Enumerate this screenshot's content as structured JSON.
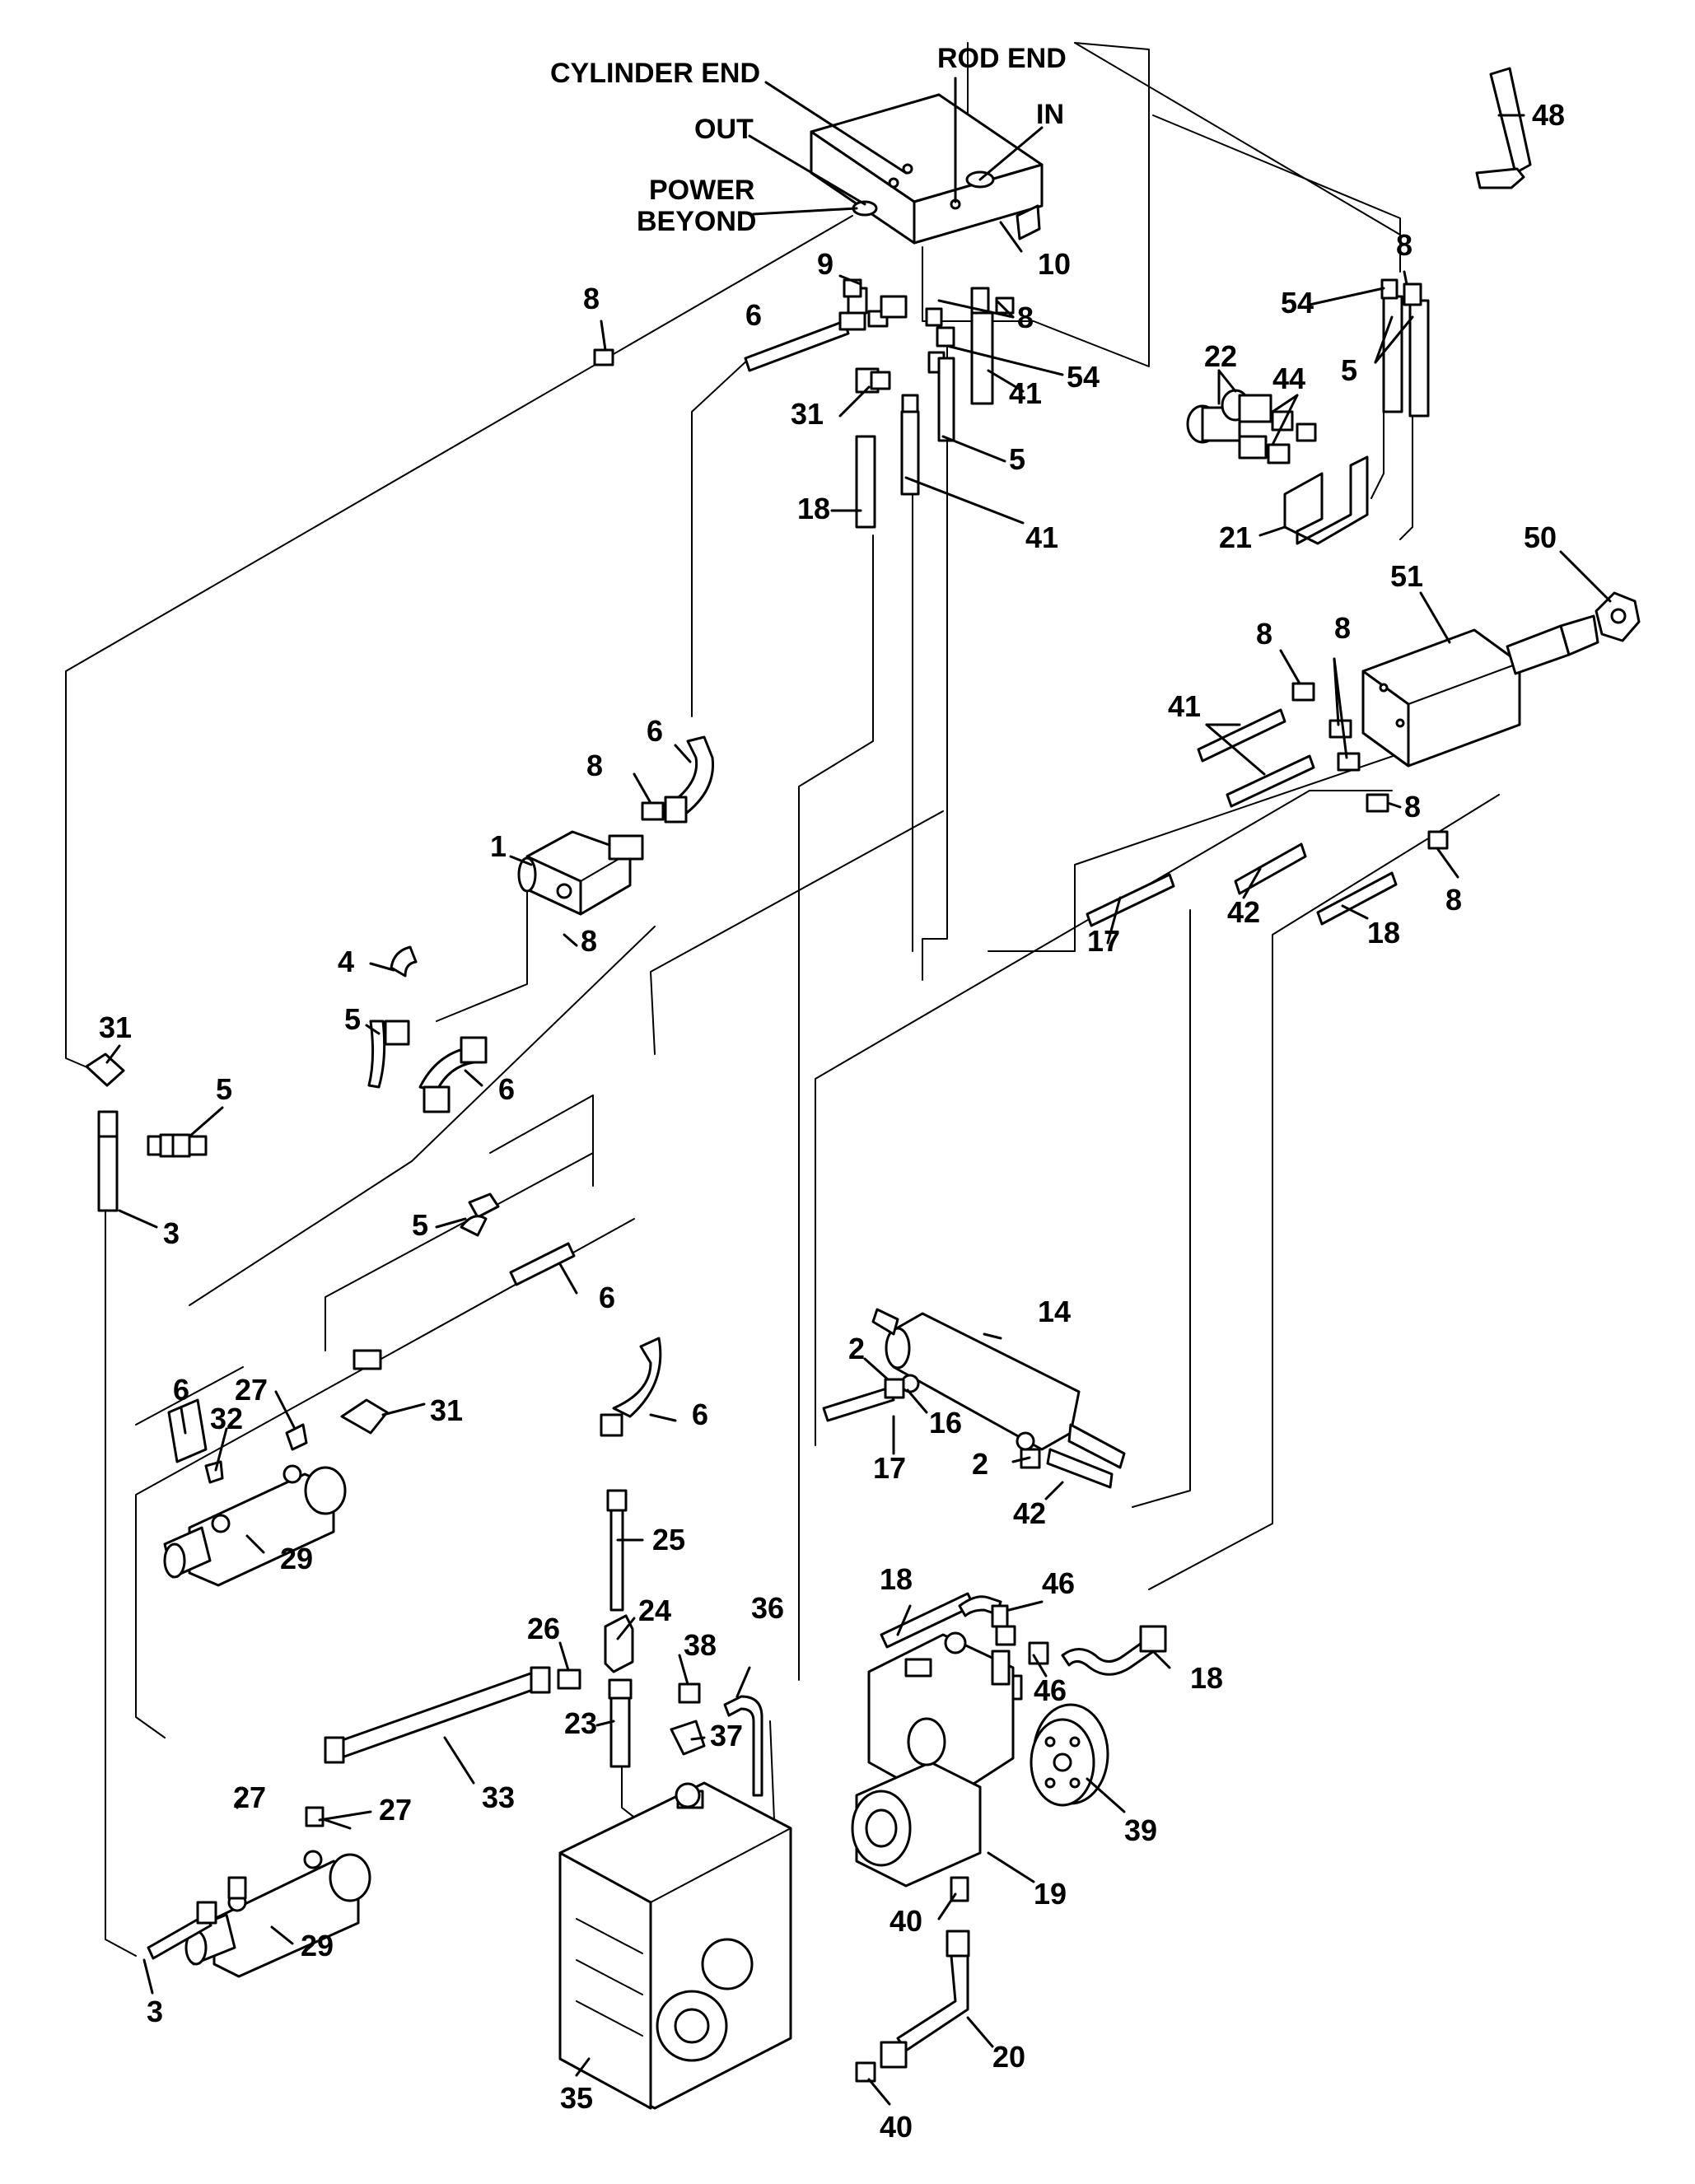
{
  "port_labels": {
    "cylinder_end": "CYLINDER END",
    "rod_end": "ROD END",
    "in": "IN",
    "out": "OUT",
    "power": "POWER",
    "beyond": "BEYOND"
  },
  "callouts": {
    "c48": "48",
    "c10": "10",
    "c9": "9",
    "c8a": "8",
    "c8b": "8",
    "c8c": "8",
    "c8d": "8",
    "c8e": "8",
    "c8f": "8",
    "c8g": "8",
    "c8h": "8",
    "c8i": "8",
    "c54a": "54",
    "c54b": "54",
    "c6a": "6",
    "c6b": "6",
    "c6c": "6",
    "c6d": "6",
    "c6e": "6",
    "c6f": "6",
    "c31a": "31",
    "c31b": "31",
    "c31c": "31",
    "c41a": "41",
    "c41b": "41",
    "c41c": "41",
    "c5a": "5",
    "c5b": "5",
    "c5c": "5",
    "c5d": "5",
    "c5e": "5",
    "c18a": "18",
    "c18b": "18",
    "c18c": "18",
    "c18d": "18",
    "c22": "22",
    "c44": "44",
    "c21": "21",
    "c50": "50",
    "c51": "51",
    "c1": "1",
    "c4": "4",
    "c3a": "3",
    "c3b": "3",
    "c17a": "17",
    "c17b": "17",
    "c42a": "42",
    "c42b": "42",
    "c14": "14",
    "c2a": "2",
    "c2b": "2",
    "c16": "16",
    "c27a": "27",
    "c27b": "27",
    "c27c": "27",
    "c32": "32",
    "c29a": "29",
    "c29b": "29",
    "c25": "25",
    "c24": "24",
    "c26": "26",
    "c36": "36",
    "c38": "38",
    "c37": "37",
    "c23": "23",
    "c33": "33",
    "c35": "35",
    "c46a": "46",
    "c46b": "46",
    "c39": "39",
    "c19": "19",
    "c40a": "40",
    "c40b": "40",
    "c20": "20"
  }
}
